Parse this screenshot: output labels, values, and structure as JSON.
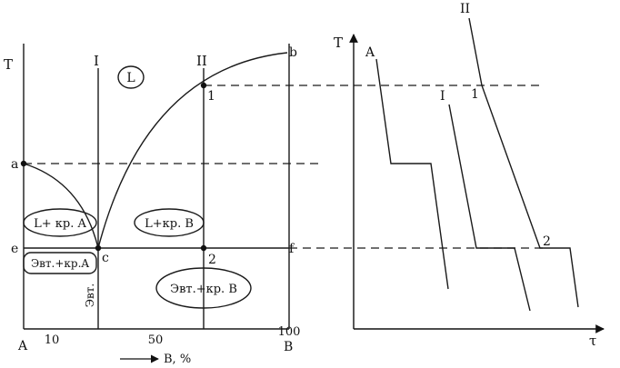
{
  "phase_diagram": {
    "axis_t": "T",
    "axis_x_start": "A",
    "axis_x_end": "B",
    "x_ticks": [
      "10",
      "50",
      "100"
    ],
    "x_axis_label": "B, %",
    "alloy_1": "I",
    "alloy_2": "II",
    "liquid": "L",
    "points": {
      "a": "a",
      "b": "b",
      "c": "c",
      "e": "e",
      "f": "f",
      "p1": "1",
      "p2": "2"
    },
    "region_liquid_a": "L+ кр. A",
    "region_liquid_b": "L+кр. B",
    "region_left_solid": "Эвт.+кр.A",
    "region_right_solid": "Эвт.+кр. B",
    "eutectic_vertical": "Эвт."
  },
  "cooling_curves": {
    "axis_t": "T",
    "axis_time": "τ",
    "curve_a": "A",
    "curve_1": "I",
    "curve_2": "II",
    "point_1": "1",
    "point_2": "2"
  }
}
